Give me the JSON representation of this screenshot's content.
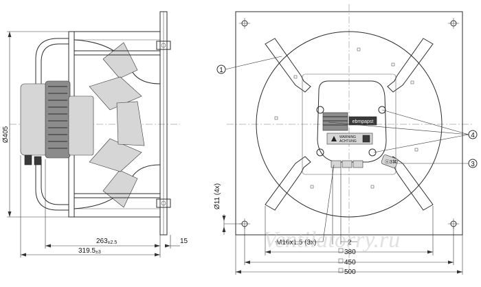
{
  "side_view": {
    "diameter_label": "Ø405",
    "dim_263_base": "263",
    "dim_263_tol": "±2.5",
    "dim_319_base": "319.5",
    "dim_319_tol": "±3",
    "dim_15": "15"
  },
  "front_view": {
    "hole_label": "Ø11 (4x)",
    "thread_label": "M16x1.5 (3x)",
    "dim_2": "2",
    "dim_380": "380",
    "dim_450": "450",
    "dim_500": "500",
    "callout_1": "1",
    "callout_3": "3",
    "callout_4": "4",
    "nameplate_brand": "ebmpapst",
    "warning_text_1": "WARNING",
    "warning_text_2": "ACHTUNG",
    "plug_text": "ⓔ3⌘"
  },
  "watermark": "Ventilatorry.ru"
}
